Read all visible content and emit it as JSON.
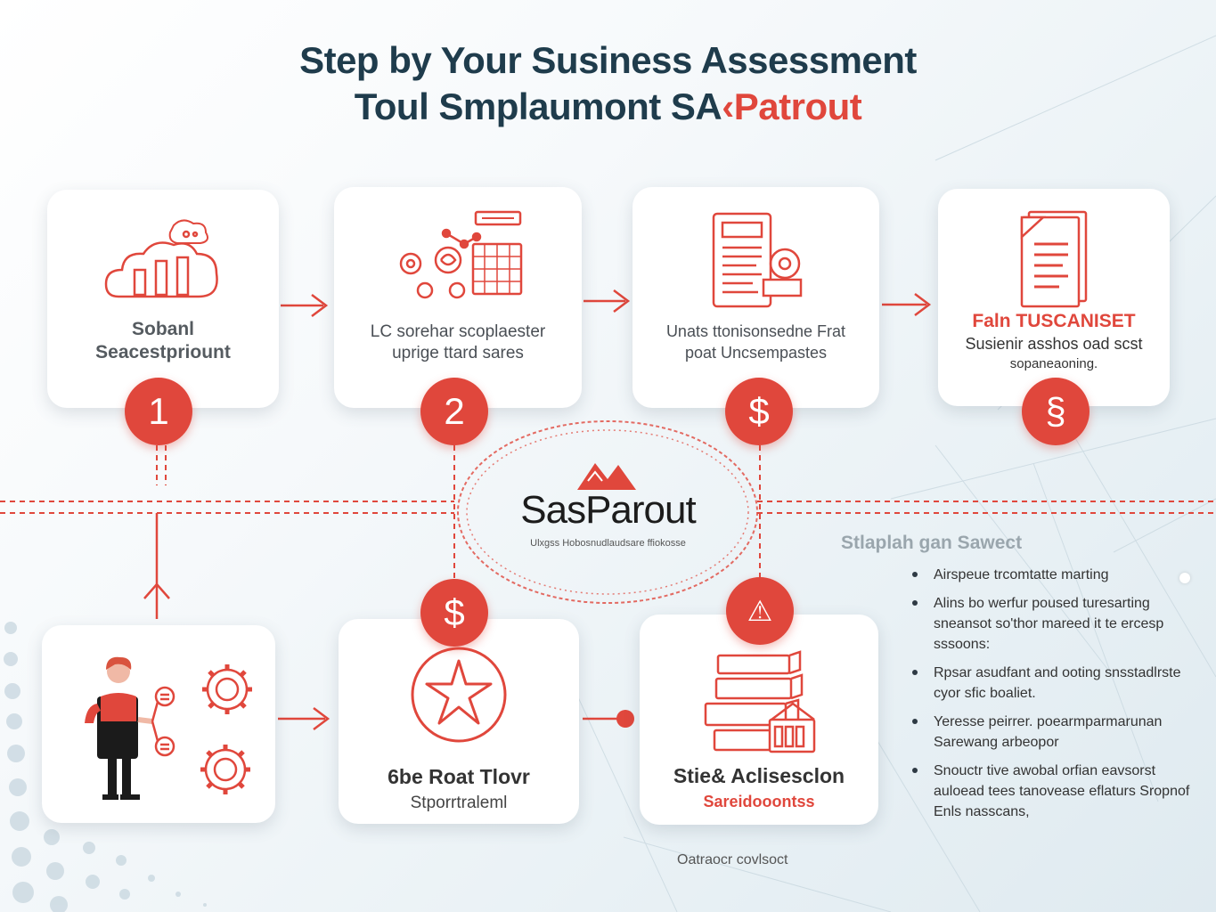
{
  "title": {
    "line1": "Step by Your Susiness Assessment",
    "line2_main": "Toul Smplaumont SA",
    "line2_accent": "‹Patrout"
  },
  "colors": {
    "accent": "#e0473c",
    "title": "#1f3c4c",
    "card": "#ffffff"
  },
  "steps_top": [
    {
      "icon": "cloud-chart-icon",
      "badge": "1",
      "line1": "Sobanl",
      "line2": "Seacestpriount"
    },
    {
      "icon": "analytics-grid-icon",
      "badge": "2",
      "line1": "LC sorehar scoplaester",
      "line2": "uprige ttard sares"
    },
    {
      "icon": "report-document-icon",
      "badge": "$",
      "line1": "Unats ttonisonsedne Frat",
      "line2": "poat Uncsempastes"
    },
    {
      "icon": "document-stack-icon",
      "badge": "§",
      "heading": "Faln TUSCANISET",
      "line1": "Susienir asshos oad scst",
      "line2": "sopaneaoning."
    }
  ],
  "steps_bottom": [
    {
      "icon": "person-gears-icon"
    },
    {
      "icon": "star-circle-icon",
      "badge": "$",
      "line1": "6be Roat Tlovr",
      "line2": "Stporrtraleml"
    },
    {
      "icon": "binders-icon",
      "badge": "⚠",
      "line1": "Stie& Aclisesclon",
      "line2": "Sareidooontss"
    }
  ],
  "center": {
    "name": "SasParout",
    "tagline": "Ulxgss Hobosnudlaudsare ffiokosse"
  },
  "side_panel": {
    "heading": "Stlaplah gan Sawect",
    "bullets": [
      "Airspeue trcomtatte marting",
      "Alins bo werfur poused turesarting sneansot so'thor mareed it te ercesp sssoons:",
      "Rpsar asudfant and ooting snsstadlrste cyor sfic boaliet.",
      "Yeresse peirrer. poearmparmarunan Sarewang arbeopor",
      "Snouctr tive awobal orfian eavsorst auloead tees tanovease eflaturs Sropnof Enls nasscans,"
    ]
  },
  "footer": "Oatraocr covlsoct"
}
